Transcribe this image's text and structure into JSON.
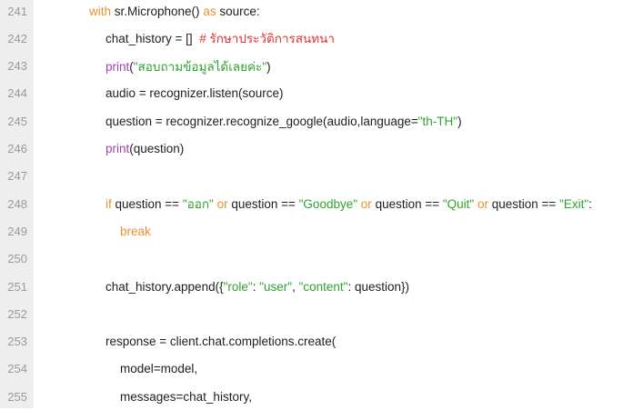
{
  "lines": [
    {
      "num": "241",
      "tokens": [
        [
          "kw",
          "with"
        ],
        [
          "pl",
          " sr.Microphone() "
        ],
        [
          "kw",
          "as"
        ],
        [
          "pl",
          " source:"
        ]
      ]
    },
    {
      "num": "242",
      "tokens": [
        [
          "pl",
          "chat_history = []  "
        ],
        [
          "cm",
          "# รักษาประวัติการสนทนา"
        ]
      ]
    },
    {
      "num": "243",
      "tokens": [
        [
          "fn",
          "print"
        ],
        [
          "pl",
          "("
        ],
        [
          "str",
          "\"สอบถามข้อมูลได้เลยค่ะ\""
        ],
        [
          "pl",
          ")"
        ]
      ]
    },
    {
      "num": "244",
      "tokens": [
        [
          "pl",
          "audio = recognizer.listen(source)"
        ]
      ]
    },
    {
      "num": "245",
      "tokens": [
        [
          "pl",
          "question = recognizer.recognize_google(audio,language="
        ],
        [
          "str",
          "\"th-TH\""
        ],
        [
          "pl",
          ")"
        ]
      ]
    },
    {
      "num": "246",
      "tokens": [
        [
          "fn",
          "print"
        ],
        [
          "pl",
          "(question)"
        ]
      ]
    },
    {
      "num": "247",
      "tokens": []
    },
    {
      "num": "248",
      "tokens": [
        [
          "kw",
          "if"
        ],
        [
          "pl",
          " question == "
        ],
        [
          "str",
          "\"ออก\""
        ],
        [
          "pl",
          " "
        ],
        [
          "kw",
          "or"
        ],
        [
          "pl",
          " question == "
        ],
        [
          "str",
          "\"Goodbye\""
        ],
        [
          "pl",
          " "
        ],
        [
          "kw",
          "or"
        ],
        [
          "pl",
          " question == "
        ],
        [
          "str",
          "\"Quit\""
        ],
        [
          "pl",
          " "
        ],
        [
          "kw",
          "or"
        ],
        [
          "pl",
          " question == "
        ],
        [
          "str",
          "\"Exit\""
        ],
        [
          "pl",
          ":"
        ]
      ]
    },
    {
      "num": "249",
      "tokens": [
        [
          "kw",
          "break"
        ]
      ]
    },
    {
      "num": "250",
      "tokens": []
    },
    {
      "num": "251",
      "tokens": [
        [
          "pl",
          "chat_history.append({"
        ],
        [
          "str",
          "\"role\""
        ],
        [
          "pl",
          ": "
        ],
        [
          "str",
          "\"user\""
        ],
        [
          "pl",
          ", "
        ],
        [
          "str",
          "\"content\""
        ],
        [
          "pl",
          ": question})"
        ]
      ]
    },
    {
      "num": "252",
      "tokens": []
    },
    {
      "num": "253",
      "tokens": [
        [
          "pl",
          "response = client.chat.completions.create("
        ]
      ]
    },
    {
      "num": "254",
      "tokens": [
        [
          "pl",
          "model=model,"
        ]
      ]
    },
    {
      "num": "255",
      "tokens": [
        [
          "pl",
          "messages=chat_history,"
        ]
      ]
    }
  ],
  "colors": {
    "keyword": "#e6922b",
    "string": "#2fa12f",
    "comment": "#e03030",
    "builtin": "#a33fb0",
    "gutter_bg": "#eeeeee",
    "line_number": "#9a9a9a"
  }
}
